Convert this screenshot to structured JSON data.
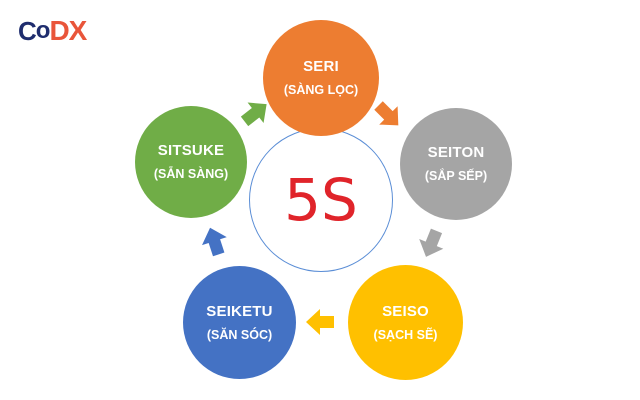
{
  "logo": {
    "part1": "C",
    "part2": "o",
    "part3": "DX"
  },
  "center": {
    "label": "5S"
  },
  "nodes": {
    "seri": {
      "title": "SERI",
      "subtitle": "(SÀNG LỌC)",
      "color": "#ed7d31"
    },
    "seiton": {
      "title": "SEITON",
      "subtitle": "(SẮP SẾP)",
      "color": "#a5a5a5"
    },
    "seiso": {
      "title": "SEISO",
      "subtitle": "(SẠCH SẼ)",
      "color": "#ffc000"
    },
    "seiketu": {
      "title": "SEIKETU",
      "subtitle": "(SĂN SÓC)",
      "color": "#4472c4"
    },
    "sitsuke": {
      "title": "SITSUKE",
      "subtitle": "(SẴN SÀNG)",
      "color": "#70ad47"
    }
  }
}
